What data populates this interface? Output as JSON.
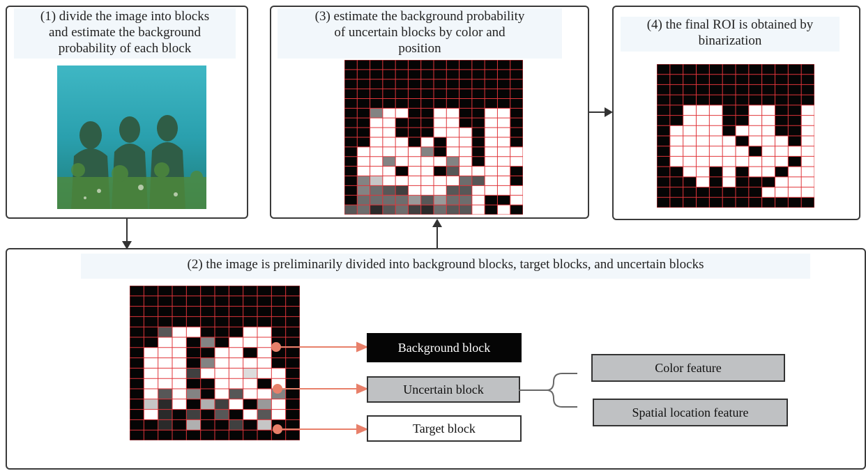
{
  "steps": {
    "step1": "(1) divide the image into blocks\nand estimate the background\nprobability of each block",
    "step2": "(2) the image is preliminarily divided into background blocks, target blocks, and uncertain blocks",
    "step3": "(3) estimate the background probability\nof uncertain blocks by color and\nposition",
    "step4": "(4) the final ROI is obtained by\nbinarization"
  },
  "legend": {
    "background": "Background block",
    "uncertain": "Uncertain block",
    "target": "Target block"
  },
  "features": {
    "color": "Color feature",
    "spatial": "Spatial location feature"
  },
  "colors": {
    "grid_line": "#e0353a",
    "pointer": "#e8806a",
    "background_block": "#050505",
    "target_block": "#ffffff",
    "uncertain_block": "#bfc1c3"
  }
}
